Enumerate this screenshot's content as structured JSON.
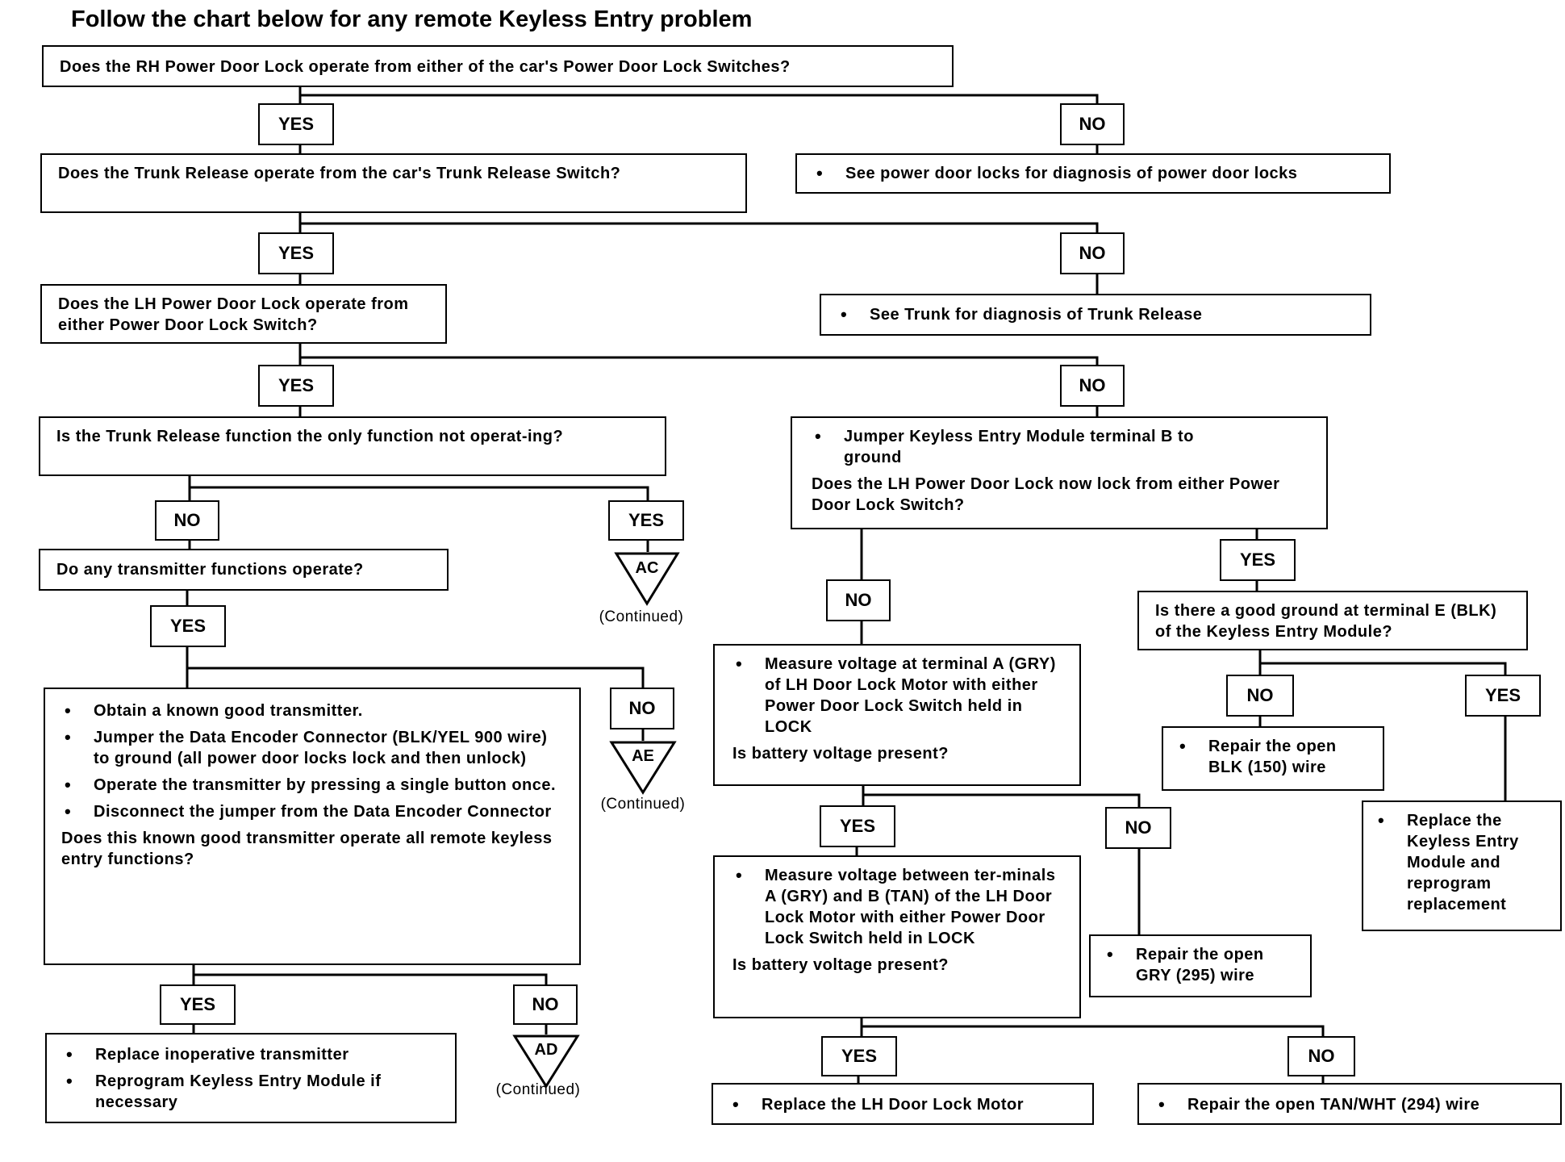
{
  "title": "Follow the chart below for any remote Keyless Entry problem",
  "labels": {
    "yes": "YES",
    "no": "NO",
    "continued": "(Continued)"
  },
  "connectors": [
    "AC",
    "AE",
    "AD"
  ],
  "boxes": {
    "q1": {
      "question": "Does the RH Power Door Lock operate from either of the car's Power Door Lock Switches?"
    },
    "q1_no": {
      "items": [
        "See power door locks for diagnosis of power door locks"
      ]
    },
    "q2": {
      "question": "Does the Trunk Release operate from the car's Trunk Release Switch?"
    },
    "q2_no": {
      "items": [
        "See Trunk for diagnosis of Trunk Release"
      ]
    },
    "q3": {
      "question": "Does the LH Power Door Lock operate from either Power Door Lock Switch?"
    },
    "q4": {
      "question": "Is the Trunk Release function the only function not operat-ing?"
    },
    "q5": {
      "question": "Do any transmitter functions operate?"
    },
    "q6": {
      "items": [
        "Obtain a known good transmitter.",
        "Jumper the Data Encoder Connector (BLK/YEL 900 wire) to ground (all power door locks lock and then unlock)",
        "Operate the transmitter by pressing a single button once.",
        "Disconnect the jumper from the Data Encoder Connector"
      ],
      "question": "Does this known good transmitter operate all remote keyless entry functions?"
    },
    "q6_yes": {
      "items": [
        "Replace inoperative transmitter",
        "Reprogram Keyless Entry Module if necessary"
      ]
    },
    "r1": {
      "items": [
        "Jumper Keyless Entry Module terminal B to ground"
      ],
      "question": "Does the LH Power Door Lock now lock from either Power Door Lock Switch?"
    },
    "r2": {
      "items": [
        "Measure voltage at terminal A (GRY) of LH Door Lock Motor with either Power Door Lock Switch held in LOCK"
      ],
      "question": "Is battery voltage present?"
    },
    "r2_no": {
      "items": [
        "Repair the open GRY (295) wire"
      ]
    },
    "r3": {
      "items": [
        "Measure voltage between ter-minals A (GRY) and B (TAN) of the LH Door Lock Motor with either Power Door Lock Switch held in LOCK"
      ],
      "question": "Is battery voltage present?"
    },
    "r3_yes": {
      "items": [
        "Replace the LH Door Lock Motor"
      ]
    },
    "r3_no": {
      "items": [
        "Repair the open TAN/WHT (294) wire"
      ]
    },
    "e1": {
      "question": "Is there a good ground at terminal E (BLK) of the Keyless Entry Module?"
    },
    "e1_no": {
      "items": [
        "Repair the open BLK (150) wire"
      ]
    },
    "e1_yes": {
      "items": [
        "Replace the Keyless Entry Module and reprogram replacement"
      ]
    }
  }
}
